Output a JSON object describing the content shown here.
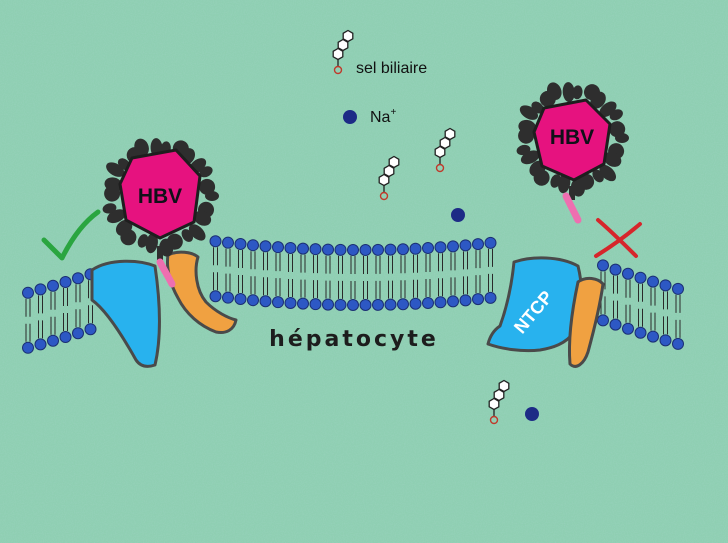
{
  "legend": {
    "bile_salt_label": "sel biliaire",
    "sodium_label": "Na",
    "sodium_charge": "+"
  },
  "virus_left": {
    "label": "HBV",
    "status": "check"
  },
  "virus_right": {
    "label": "HBV",
    "status": "cross"
  },
  "receptor_label": "NTCP",
  "cell_label": "hépatocyte",
  "colors": {
    "background": "#8fcfb2",
    "virus_fill": "#e6127f",
    "virus_spikes": "#2e2e2e",
    "receptor": "#28b2ee",
    "cotransporter": "#f0a141",
    "lipid_head": "#2d58c4",
    "sodium": "#1d2b86",
    "check": "#2aa540",
    "cross": "#d6262b",
    "tail": "#ee6fb0"
  }
}
